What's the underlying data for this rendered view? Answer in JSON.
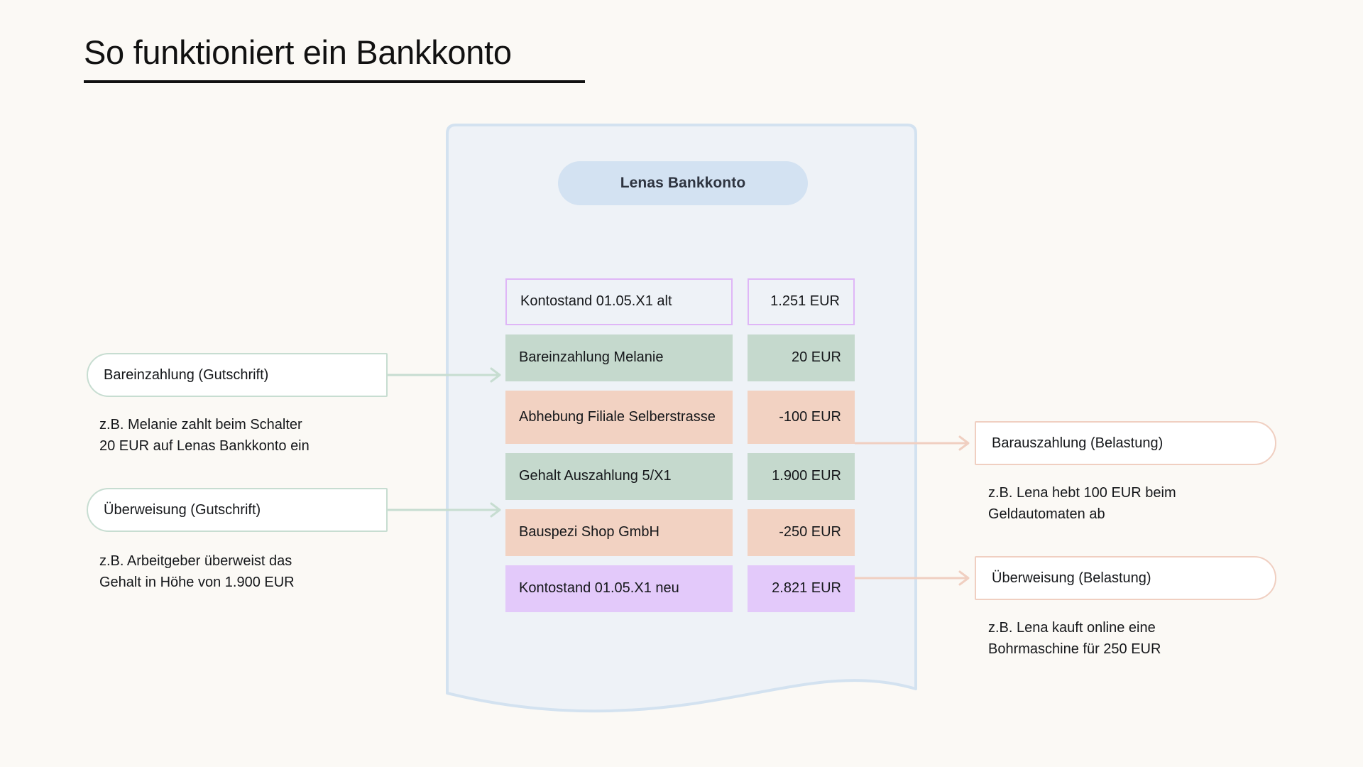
{
  "page": {
    "title": "So funktioniert ein Bankkonto",
    "background_color": "#fbf9f5"
  },
  "account_card": {
    "account_label": "Lenas Bankkonto",
    "fill_color": "#eef2f7",
    "border_color": "#d3e2f0",
    "pill_color": "#d3e2f2"
  },
  "ledger": {
    "rows": [
      {
        "label": "Kontostand 01.05.X1 alt",
        "amount": "1.251 EUR",
        "variant": "v-outline",
        "accent": "#dfb6f7"
      },
      {
        "label": "Bareinzahlung Melanie",
        "amount": "20 EUR",
        "variant": "v-green",
        "accent": "#c5d9cd"
      },
      {
        "label": "Abhebung Filiale Selberstrasse",
        "amount": "-100 EUR",
        "variant": "v-pink",
        "accent": "#f2d2c2"
      },
      {
        "label": "Gehalt Auszahlung 5/X1",
        "amount": "1.900 EUR",
        "variant": "v-green",
        "accent": "#c5d9cd"
      },
      {
        "label": "Bauspezi Shop GmbH",
        "amount": "-250 EUR",
        "variant": "v-pink",
        "accent": "#f2d2c2"
      },
      {
        "label": "Kontostand 01.05.X1 neu",
        "amount": "2.821 EUR",
        "variant": "v-purple",
        "accent": "#e3c9fa"
      }
    ]
  },
  "callouts": {
    "left": [
      {
        "title": "Bareinzahlung (Gutschrift)",
        "note": "z.B. Melanie zahlt beim Schalter\n20 EUR auf Lenas Bankkonto ein",
        "arrow_color": "#c7ddd1"
      },
      {
        "title": "Überweisung (Gutschrift)",
        "note": "z.B. Arbeitgeber überweist das\nGehalt in Höhe von 1.900 EUR",
        "arrow_color": "#c7ddd1"
      }
    ],
    "right": [
      {
        "title": "Barauszahlung (Belastung)",
        "note": "z.B. Lena hebt 100 EUR beim\nGeldautomaten ab",
        "arrow_color": "#f0cfc1"
      },
      {
        "title": "Überweisung (Belastung)",
        "note": "z.B. Lena kauft online eine\nBohrmaschine für 250 EUR",
        "arrow_color": "#f0cfc1"
      }
    ]
  }
}
